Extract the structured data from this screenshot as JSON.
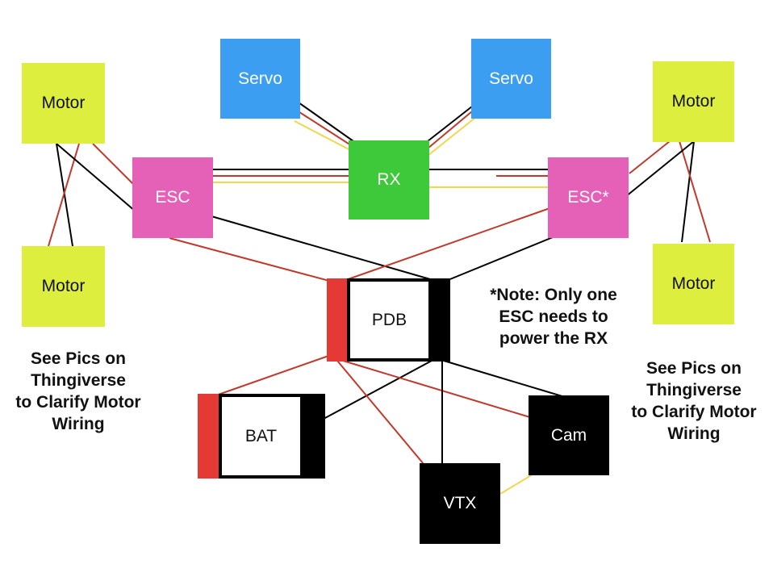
{
  "colors": {
    "motor": "#deee3f",
    "servo": "#3b9ef0",
    "esc": "#e561b7",
    "rx": "#3ec93a",
    "battery_positive": "#e53935",
    "ground": "#000000",
    "signal": "#f2d64b",
    "wire_red": "#c0392b"
  },
  "nodes": {
    "motor_top_left": "Motor",
    "motor_bottom_left": "Motor",
    "motor_top_right": "Motor",
    "motor_bottom_right": "Motor",
    "servo_left": "Servo",
    "servo_right": "Servo",
    "esc_left": "ESC",
    "esc_right": "ESC*",
    "rx": "RX",
    "pdb": "PDB",
    "bat": "BAT",
    "cam": "Cam",
    "vtx": "VTX"
  },
  "notes": {
    "esc_note": "*Note:  Only one\nESC needs to\npower the RX",
    "left_note": "See Pics on\nThingiverse\nto Clarify Motor\nWiring",
    "right_note": "See Pics on\nThingiverse\nto Clarify Motor\nWiring"
  }
}
